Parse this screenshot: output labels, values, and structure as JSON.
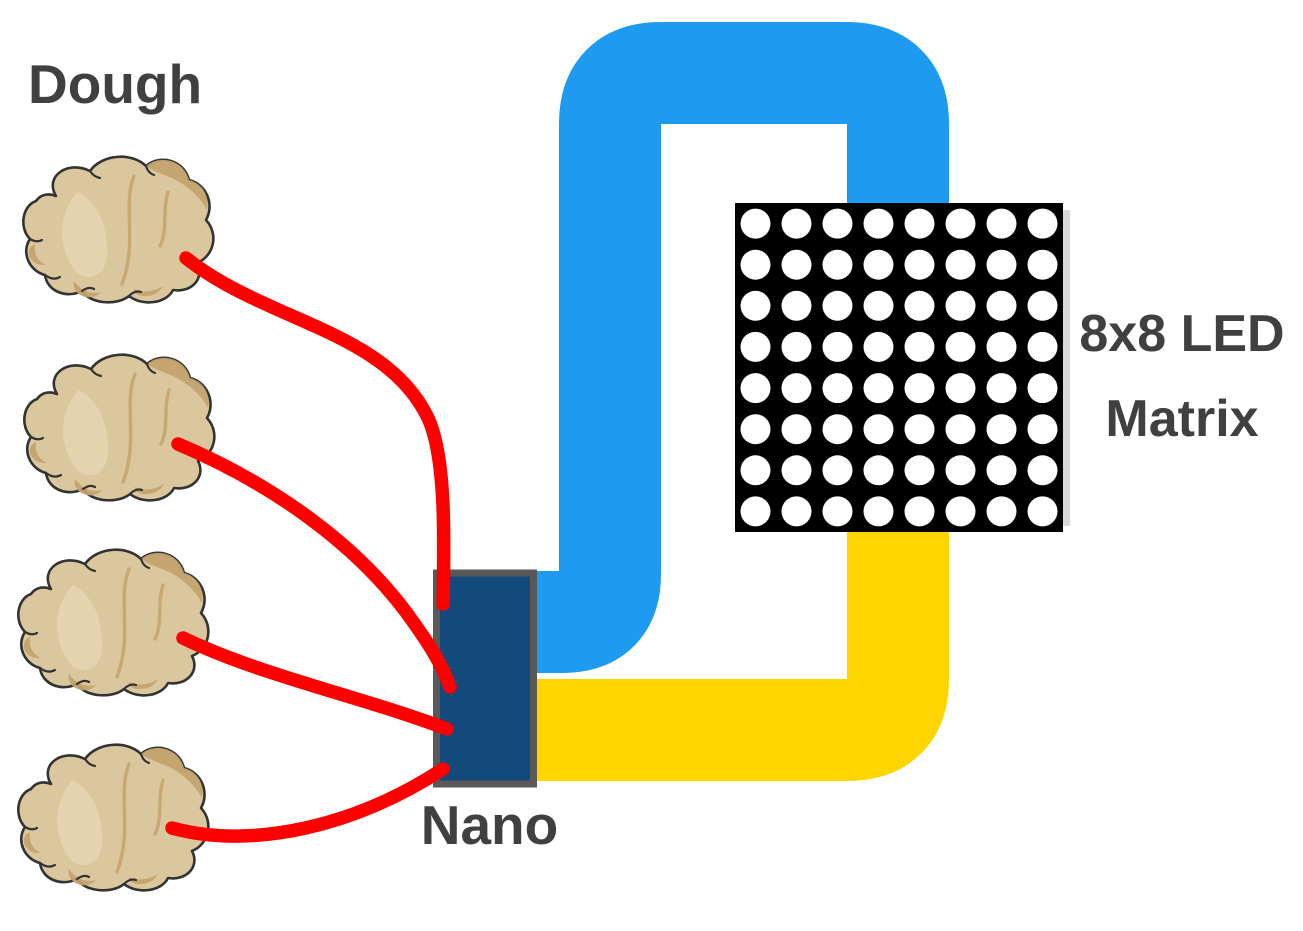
{
  "labels": {
    "dough": "Dough",
    "nano": "Nano",
    "matrix": "8x8 LED Matrix"
  },
  "matrix": {
    "rows": 8,
    "cols": 8
  },
  "components": {
    "dough_blob_count": 4,
    "red_wire_count": 4,
    "bus_wires": [
      "blue",
      "yellow"
    ]
  },
  "colors": {
    "background": "#FFFFFF",
    "wire_red": "#FF0000",
    "wire_blue": "#1E9BF0",
    "wire_yellow": "#FFD500",
    "nano_fill": "#14497B",
    "nano_border": "#595959",
    "matrix_bg": "#000000",
    "matrix_dot": "#FFFFFF",
    "matrix_side": "#D9D9D9",
    "dough_fill": "#DBC79D",
    "dough_shadow": "#C3A36C",
    "dough_highlight": "#E9DCBC",
    "dough_outline": "#333333",
    "label_text": "#404040"
  }
}
